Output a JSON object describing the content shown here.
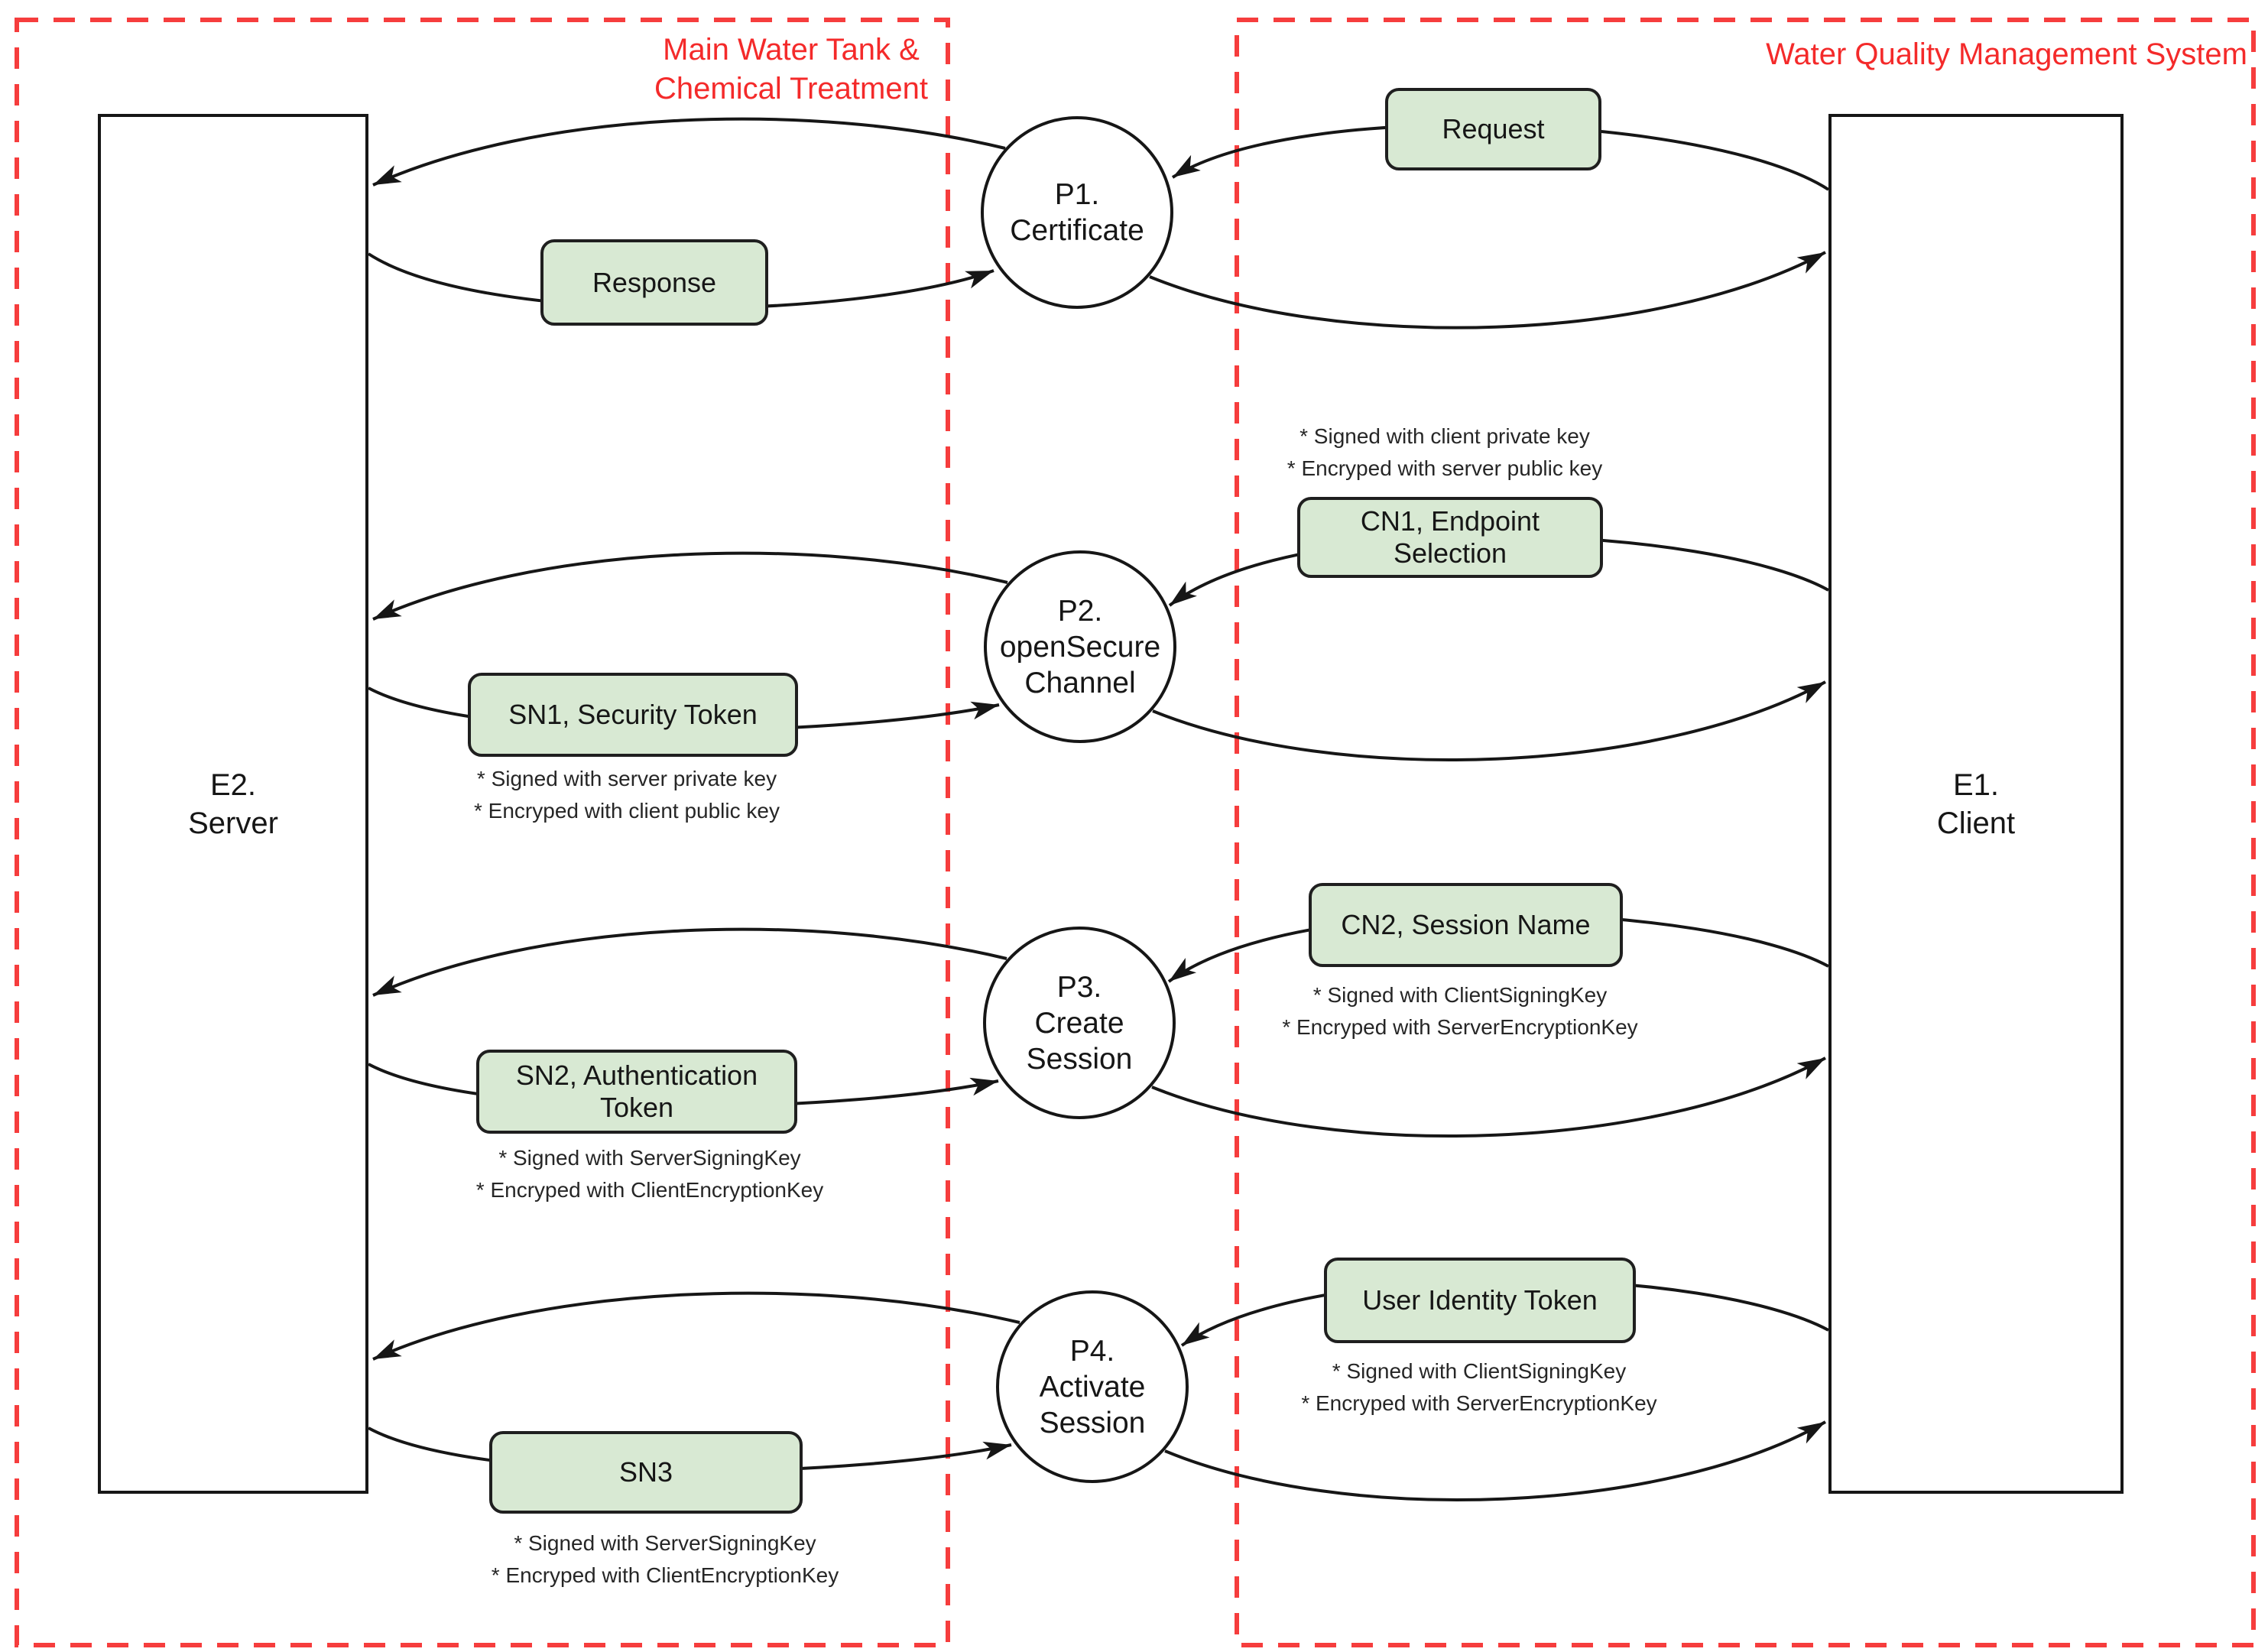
{
  "regions": {
    "left": {
      "label_line1": "Main Water Tank &",
      "label_line2": "Chemical Treatment"
    },
    "right": {
      "label": "Water Quality Management System"
    }
  },
  "entities": {
    "server": {
      "lines": [
        "E2.",
        "Server"
      ]
    },
    "client": {
      "lines": [
        "E1.",
        "Client"
      ]
    }
  },
  "processes": [
    {
      "id": "p1",
      "lines": [
        "P1.",
        "Certificate"
      ]
    },
    {
      "id": "p2",
      "lines": [
        "P2.",
        "openSecure",
        "Channel"
      ]
    },
    {
      "id": "p3",
      "lines": [
        "P3.",
        "Create",
        "Session"
      ]
    },
    {
      "id": "p4",
      "lines": [
        "P4.",
        "Activate",
        "Session"
      ]
    }
  ],
  "messages": {
    "request": "Request",
    "response": "Response",
    "cn1": "CN1, Endpoint Selection",
    "sn1": "SN1, Security Token",
    "cn2": "CN2, Session Name",
    "sn2": "SN2, Authentication Token",
    "uit": "User Identity Token",
    "sn3": "SN3"
  },
  "annotations": {
    "cn1": [
      "* Signed with client private key",
      "* Encryped with server public key"
    ],
    "sn1": [
      "* Signed with server private key",
      "* Encryped with client public key"
    ],
    "cn2": [
      "* Signed with ClientSigningKey",
      "* Encryped with ServerEncryptionKey"
    ],
    "sn2": [
      "* Signed with ServerSigningKey",
      "* Encryped with ClientEncryptionKey"
    ],
    "uit": [
      "* Signed with ClientSigningKey",
      "* Encryped with ServerEncryptionKey"
    ],
    "sn3": [
      "* Signed with ServerSigningKey",
      "* Encryped with ClientEncryptionKey"
    ]
  },
  "colors": {
    "boundary": "#f63d3d",
    "boundary_label": "#f42a2a",
    "message_fill": "#d8e9d3",
    "stroke": "#161616"
  }
}
